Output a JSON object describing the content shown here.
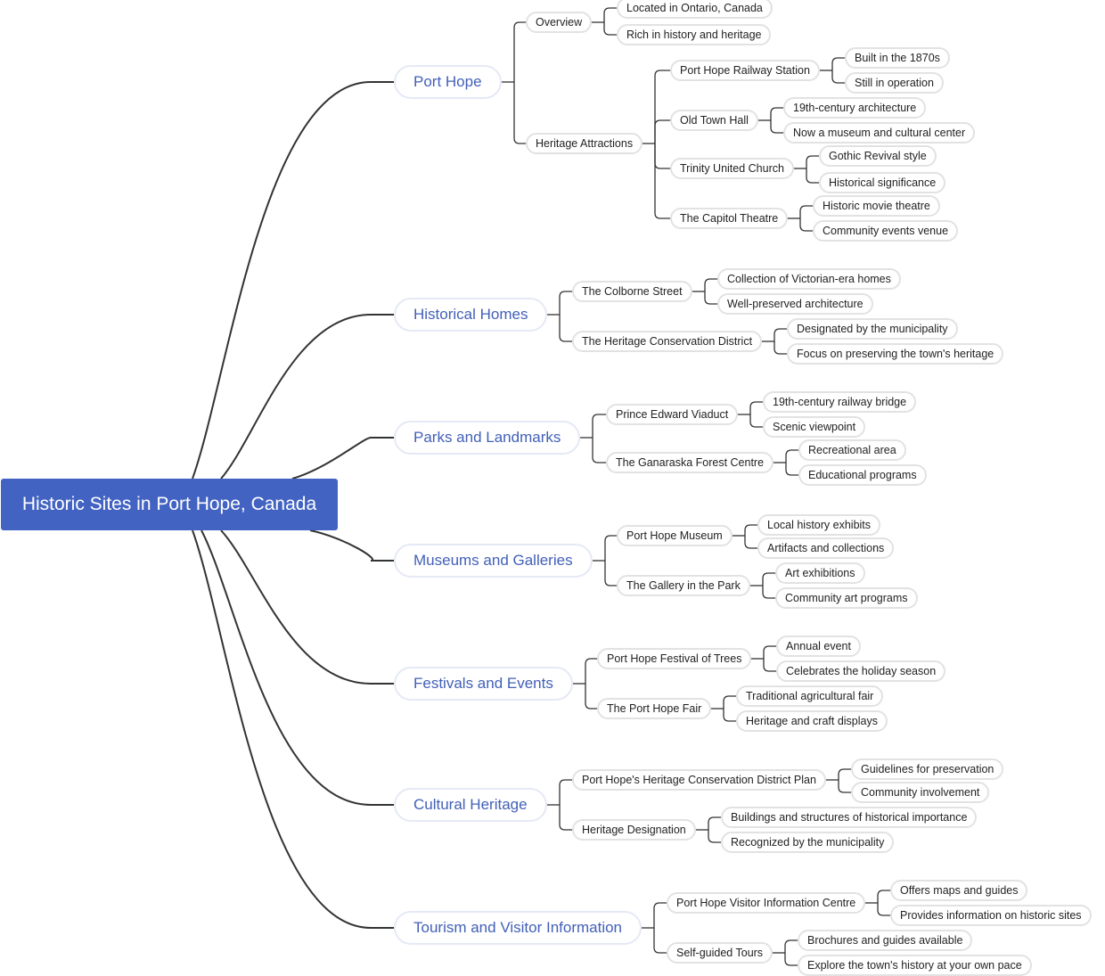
{
  "root": "Historic Sites in Port Hope, Canada",
  "branches": [
    {
      "label": "Port Hope",
      "children": [
        {
          "label": "Overview",
          "children": [
            "Located in Ontario, Canada",
            "Rich in history and heritage"
          ]
        },
        {
          "label": "Heritage Attractions",
          "children": [
            {
              "label": "Port Hope Railway Station",
              "children": [
                "Built in the 1870s",
                "Still in operation"
              ]
            },
            {
              "label": "Old Town Hall",
              "children": [
                "19th-century architecture",
                "Now a museum and cultural center"
              ]
            },
            {
              "label": "Trinity United Church",
              "children": [
                "Gothic Revival style",
                "Historical significance"
              ]
            },
            {
              "label": "The Capitol Theatre",
              "children": [
                "Historic movie theatre",
                "Community events venue"
              ]
            }
          ]
        }
      ]
    },
    {
      "label": "Historical Homes",
      "children": [
        {
          "label": "The Colborne Street",
          "children": [
            "Collection of Victorian-era homes",
            "Well-preserved architecture"
          ]
        },
        {
          "label": "The Heritage Conservation District",
          "children": [
            "Designated by the municipality",
            "Focus on preserving the town's heritage"
          ]
        }
      ]
    },
    {
      "label": "Parks and Landmarks",
      "children": [
        {
          "label": "Prince Edward Viaduct",
          "children": [
            "19th-century railway bridge",
            "Scenic viewpoint"
          ]
        },
        {
          "label": "The Ganaraska Forest Centre",
          "children": [
            "Recreational area",
            "Educational programs"
          ]
        }
      ]
    },
    {
      "label": "Museums and Galleries",
      "children": [
        {
          "label": "Port Hope Museum",
          "children": [
            "Local history exhibits",
            "Artifacts and collections"
          ]
        },
        {
          "label": "The Gallery in the Park",
          "children": [
            "Art exhibitions",
            "Community art programs"
          ]
        }
      ]
    },
    {
      "label": "Festivals and Events",
      "children": [
        {
          "label": "Port Hope Festival of Trees",
          "children": [
            "Annual event",
            "Celebrates the holiday season"
          ]
        },
        {
          "label": "The Port Hope Fair",
          "children": [
            "Traditional agricultural fair",
            "Heritage and craft displays"
          ]
        }
      ]
    },
    {
      "label": "Cultural Heritage",
      "children": [
        {
          "label": "Port Hope's Heritage Conservation District Plan",
          "children": [
            "Guidelines for preservation",
            "Community involvement"
          ]
        },
        {
          "label": "Heritage Designation",
          "children": [
            "Buildings and structures of historical importance",
            "Recognized by the municipality"
          ]
        }
      ]
    },
    {
      "label": "Tourism and Visitor Information",
      "children": [
        {
          "label": "Port Hope Visitor Information Centre",
          "children": [
            "Offers maps and guides",
            "Provides information on historic sites"
          ]
        },
        {
          "label": "Self-guided Tours",
          "children": [
            "Brochures and guides available",
            "Explore the town's history at your own pace"
          ]
        }
      ]
    }
  ]
}
